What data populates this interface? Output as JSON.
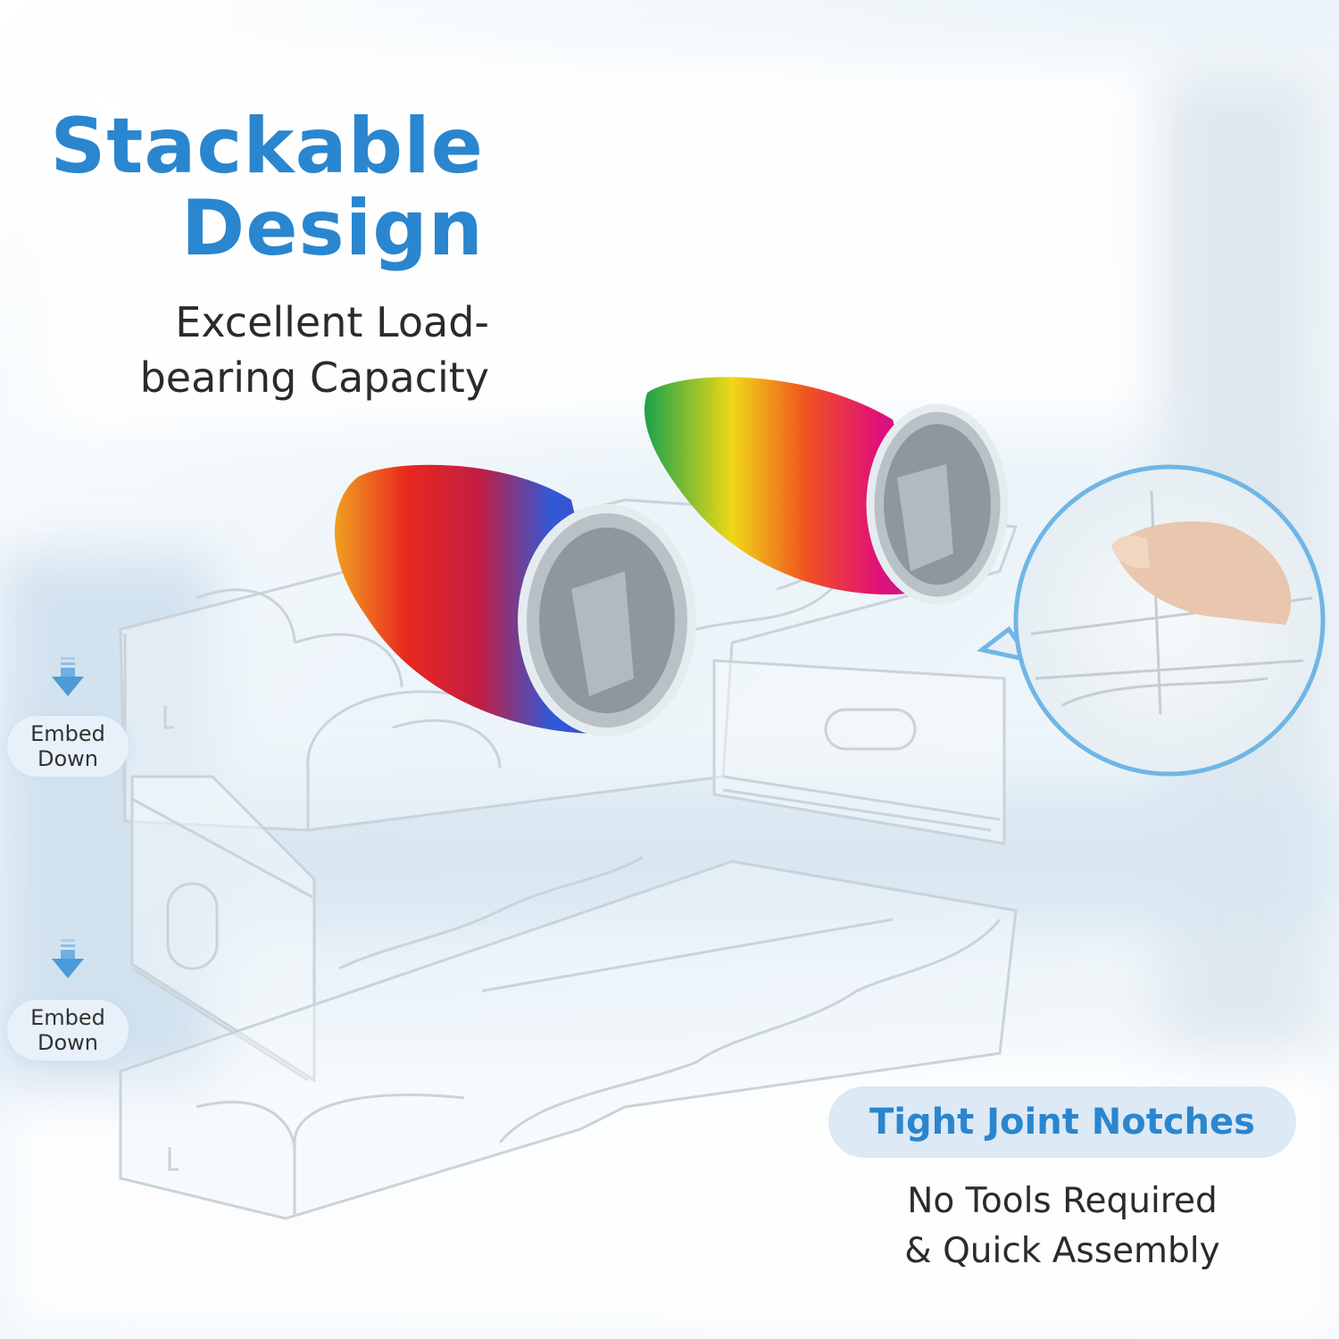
{
  "headline": {
    "line1": "Stackable",
    "line2": "Design"
  },
  "subheadline": {
    "line1": "Excellent Load-",
    "line2": "bearing Capacity"
  },
  "embed_badges": [
    {
      "line1": "Embed",
      "line2": "Down"
    },
    {
      "line1": "Embed",
      "line2": "Down"
    }
  ],
  "feature": {
    "title": "Tight Joint Notches",
    "desc_line1": "No Tools Required",
    "desc_line2": "& Quick Assembly"
  },
  "colors": {
    "accent": "#2a86cf",
    "text": "#2b2b2b",
    "badge_bg": "#e8f1f9",
    "pill_bg": "#dde9f4"
  },
  "icons": [
    "down-arrow-icon",
    "down-arrow-icon"
  ]
}
